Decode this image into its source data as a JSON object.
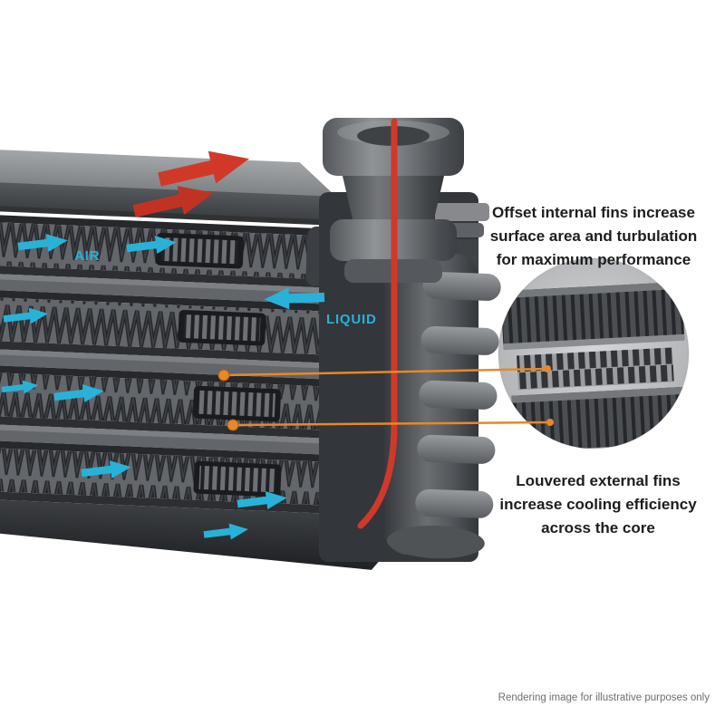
{
  "labels": {
    "air": "AIR",
    "liquid": "LIQUID"
  },
  "annotations": {
    "internal_fins": {
      "lines": [
        "Offset internal fins increase",
        "surface area and turbulation",
        "for maximum performance"
      ]
    },
    "external_fins": {
      "lines": [
        "Louvered external fins",
        "increase cooling efficiency",
        "across the core"
      ]
    }
  },
  "footer": {
    "disclaimer": "Rendering image for illustrative purposes only"
  },
  "colors": {
    "accent_red": "#d0392a",
    "accent_red_dark": "#c23222",
    "accent_cyan": "#29b2d8",
    "accent_orange": "#e8882a",
    "accent_orange_dark": "#b06414",
    "text": "#1d1d1f",
    "footer_text": "#6e6e6e",
    "background": "#ffffff"
  },
  "icons": {
    "hot_flow_arrow": "➜",
    "air_flow_arrow": "➜",
    "liquid_flow_arrow": "➜",
    "coolant_flow_line": "⌇",
    "callout_dot": "●"
  }
}
